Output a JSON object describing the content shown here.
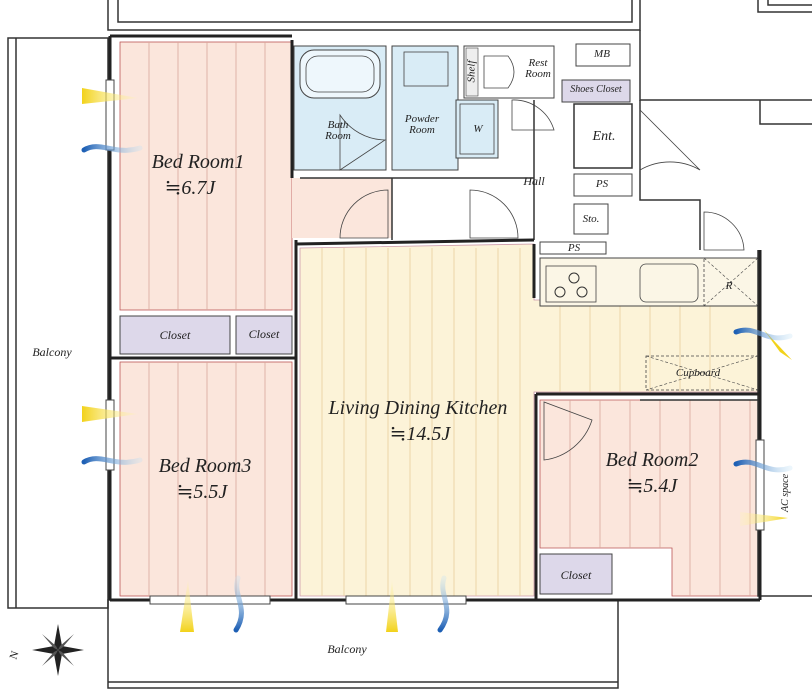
{
  "rooms": {
    "bed1": {
      "name": "Bed Room1",
      "size": "≒6.7J"
    },
    "bed2": {
      "name": "Bed Room2",
      "size": "≒5.4J"
    },
    "bed3": {
      "name": "Bed Room3",
      "size": "≒5.5J"
    },
    "ldk": {
      "name": "Living Dining Kitchen",
      "size": "≒14.5J"
    }
  },
  "labels": {
    "bath": "Bath\nRoom",
    "powder": "Powder\nRoom",
    "washer": "W",
    "rest": "Rest\nRoom",
    "shelf": "Shelf",
    "mb": "MB",
    "shoes_closet": "Shoes Closet",
    "entrance": "Ent.",
    "hall": "Hall",
    "ps1": "PS",
    "ps2": "PS",
    "storage": "Sto.",
    "refrigerator": "R",
    "cupboard": "Cupboard",
    "closet1": "Closet",
    "closet2": "Closet",
    "closet3": "Closet",
    "ac_space": "AC space",
    "balcony_left": "Balcony",
    "balcony_bottom": "Balcony"
  },
  "colors": {
    "bedroom_floor": "#fbe6dc",
    "ldk_floor": "#fcf3d8",
    "wet_area": "#d9ecf6",
    "closet": "#ddd8ea",
    "wall": "#222222"
  }
}
